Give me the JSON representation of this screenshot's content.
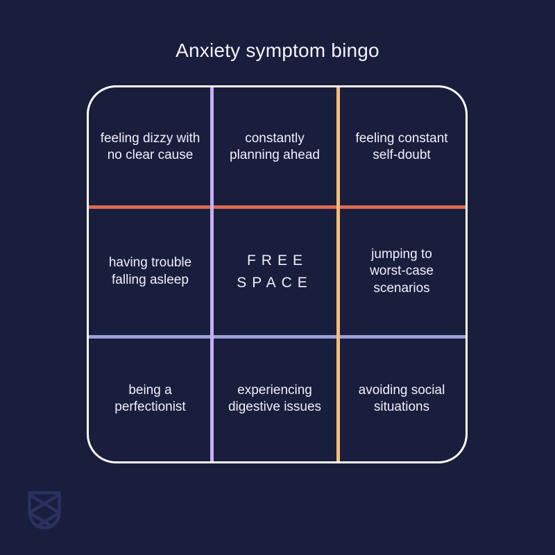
{
  "page": {
    "background_color": "#191e3d",
    "title": "Anxiety symptom bingo",
    "text_color": "#f1effa"
  },
  "board": {
    "border_color": "#ffffff",
    "divider_colors": {
      "vertical_left": "#c6aff1",
      "vertical_right": "#f7bb79",
      "horizontal_top": "#dc6c51",
      "horizontal_bottom": "#9ba1d8"
    },
    "cells": [
      {
        "row": 1,
        "col": 1,
        "text": "feeling dizzy with\nno clear cause"
      },
      {
        "row": 1,
        "col": 2,
        "text": "constantly\nplanning ahead"
      },
      {
        "row": 1,
        "col": 3,
        "text": "feeling constant\nself-doubt"
      },
      {
        "row": 2,
        "col": 1,
        "text": "having trouble\nfalling asleep"
      },
      {
        "row": 2,
        "col": 2,
        "text": "FREE\nSPACE",
        "free_space": true
      },
      {
        "row": 2,
        "col": 3,
        "text": "jumping to\nworst-case\nscenarios"
      },
      {
        "row": 3,
        "col": 1,
        "text": "being a\nperfectionist"
      },
      {
        "row": 3,
        "col": 2,
        "text": "experiencing\ndigestive issues"
      },
      {
        "row": 3,
        "col": 3,
        "text": "avoiding social\nsituations"
      }
    ]
  },
  "logo": {
    "icon": "shield-lattice-logo",
    "color": "#2a3161"
  }
}
